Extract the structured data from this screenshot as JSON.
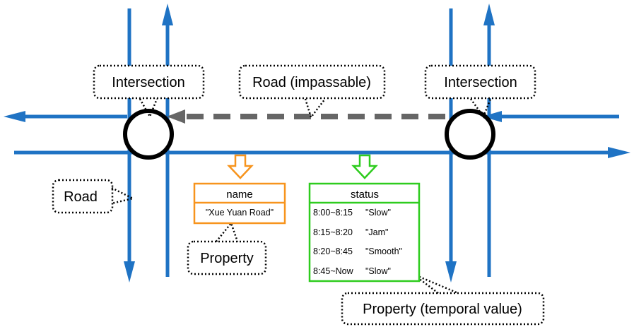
{
  "labels": {
    "intersection_left": "Intersection",
    "intersection_right": "Intersection",
    "road_impassable": "Road (impassable)",
    "road": "Road",
    "property": "Property",
    "property_temporal": "Property (temporal value)"
  },
  "name_table": {
    "header": "name",
    "value": "\"Xue Yuan Road\""
  },
  "status_table": {
    "header": "status",
    "rows": [
      {
        "time": "8:00~8:15",
        "value": "\"Slow\""
      },
      {
        "time": "8:15~8:20",
        "value": "\"Jam\""
      },
      {
        "time": "8:20~8:45",
        "value": "\"Smooth\""
      },
      {
        "time": "8:45~Now",
        "value": "\"Slow\""
      }
    ]
  },
  "colors": {
    "road": "#1f73c4",
    "impassable": "#666666",
    "name_box": "#f7941d",
    "status_box": "#2ecc1e"
  }
}
